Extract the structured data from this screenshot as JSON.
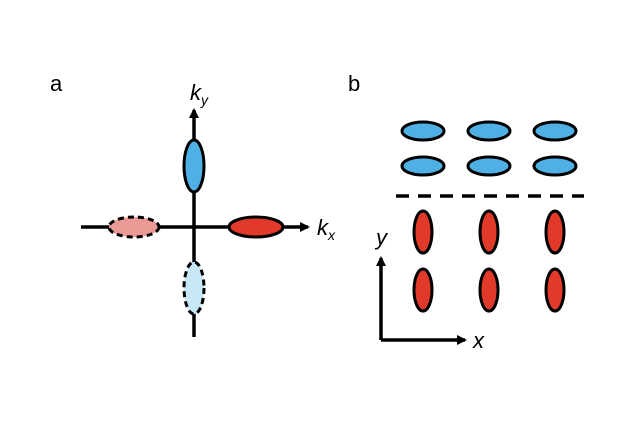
{
  "panels": {
    "a": {
      "label": "a",
      "kx_main": "k",
      "kx_sub": "x",
      "ky_main": "k",
      "ky_sub": "y"
    },
    "b": {
      "label": "b",
      "x_label": "x",
      "y_label": "y",
      "blue_grid": {
        "rows": 2,
        "cols": 3
      },
      "red_grid": {
        "rows": 2,
        "cols": 3
      }
    }
  },
  "colors": {
    "blue_solid": "#4fb0e6",
    "blue_light": "#c8e8f8",
    "red_solid": "#e23a2a",
    "red_light": "#eb9a96",
    "stroke": "#000000"
  }
}
